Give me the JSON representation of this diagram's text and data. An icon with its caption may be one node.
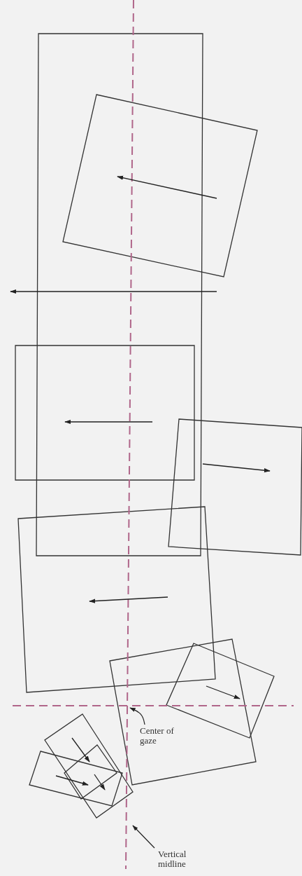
{
  "diagram": {
    "nodes": [
      {
        "text": [
          "Center of gaze"
        ]
      },
      {
        "text": [
          "Vertical midline"
        ]
      }
    ],
    "edges": [
      {
        "from": 0,
        "to": null,
        "arrow": "to"
      },
      {
        "from": 1,
        "to": null,
        "arrow": "to"
      }
    ]
  }
}
